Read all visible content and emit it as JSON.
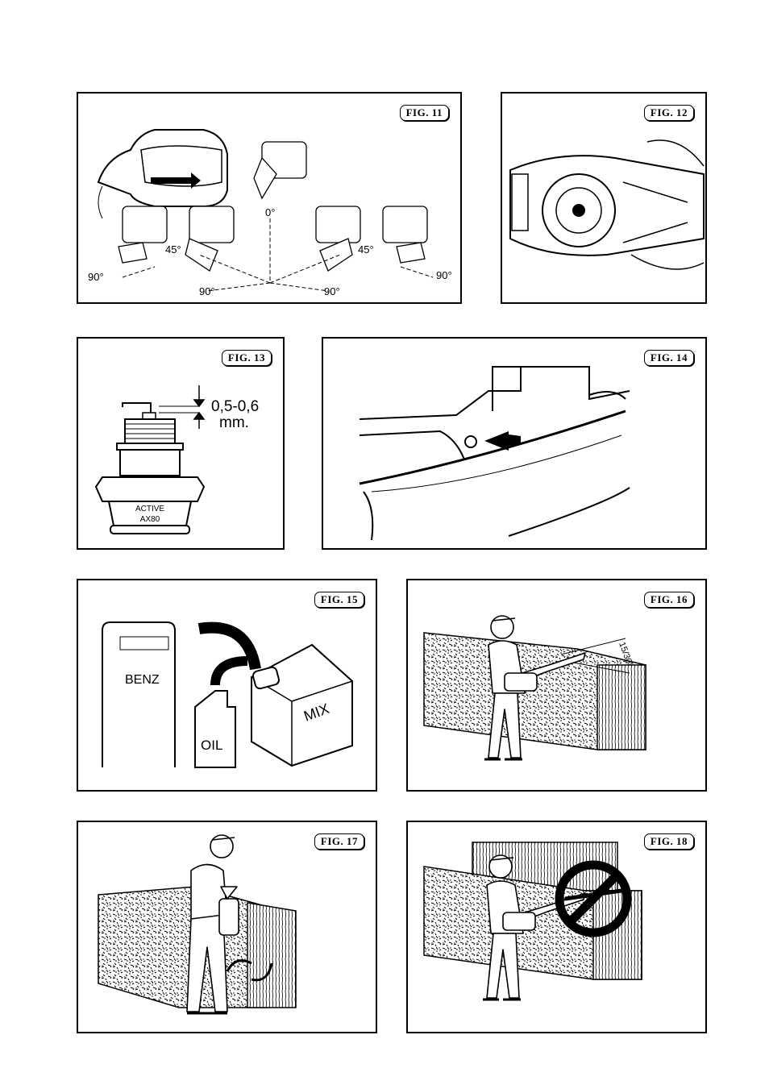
{
  "figures": {
    "fig11": {
      "label": "FIG. 11",
      "angles": [
        "0°",
        "45°",
        "45°",
        "90°",
        "90°",
        "90°",
        "90°"
      ]
    },
    "fig12": {
      "label": "FIG. 12"
    },
    "fig13": {
      "label": "FIG. 13",
      "gap": "0,5-0,6",
      "gap_unit": "mm.",
      "plug_brand": "ACTIVE",
      "plug_model": "AX80"
    },
    "fig14": {
      "label": "FIG. 14"
    },
    "fig15": {
      "label": "FIG. 15",
      "can_benz": "BENZ",
      "can_oil": "OIL",
      "can_mix": "MIX"
    },
    "fig16": {
      "label": "FIG. 16",
      "angle": "15/30°"
    },
    "fig17": {
      "label": "FIG. 17"
    },
    "fig18": {
      "label": "FIG. 18"
    }
  }
}
